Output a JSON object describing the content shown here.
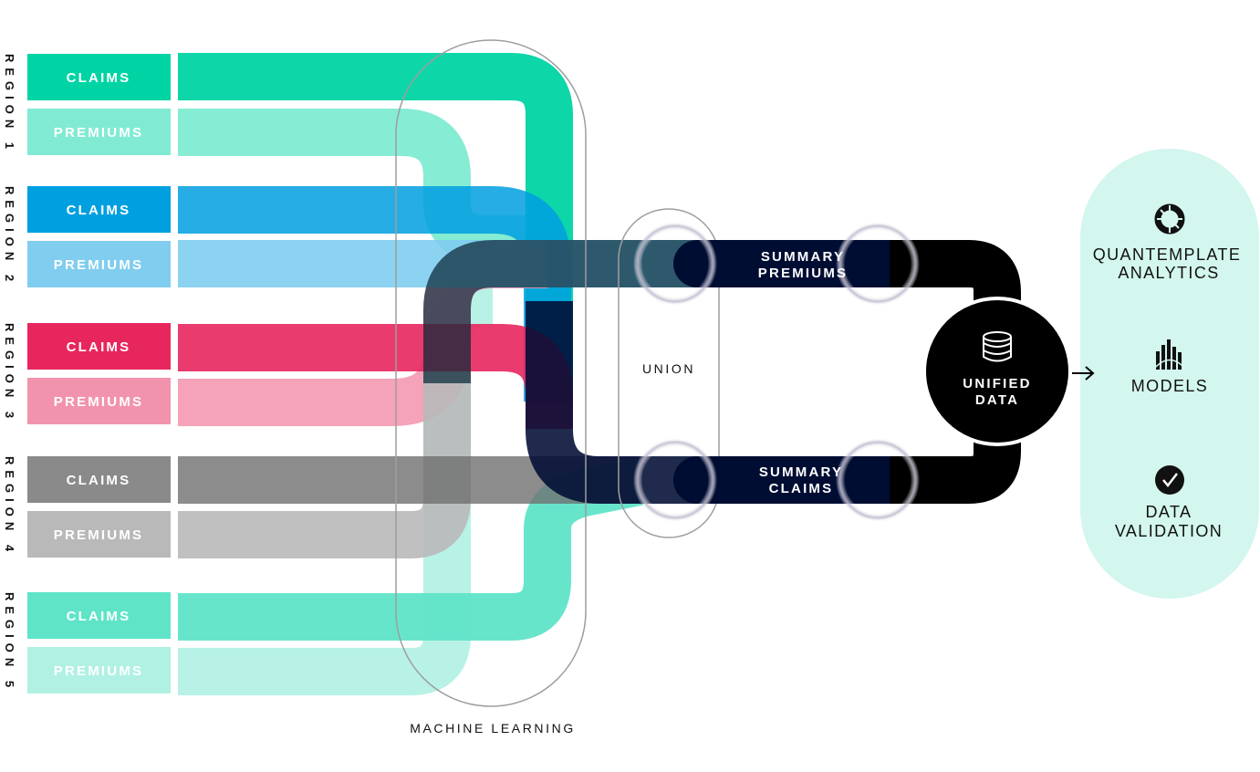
{
  "regions": [
    {
      "label": "REGION 1",
      "claims": "CLAIMS",
      "premiums": "PREMIUMS",
      "claims_color": "#00d4a4",
      "premiums_color": "#80ebd2"
    },
    {
      "label": "REGION 2",
      "claims": "CLAIMS",
      "premiums": "PREMIUMS",
      "claims_color": "#009fe0",
      "premiums_color": "#80cdef"
    },
    {
      "label": "REGION 3",
      "claims": "CLAIMS",
      "premiums": "PREMIUMS",
      "claims_color": "#e8265e",
      "premiums_color": "#f293ad"
    },
    {
      "label": "REGION 4",
      "claims": "CLAIMS",
      "premiums": "PREMIUMS",
      "claims_color": "#8a8a8a",
      "premiums_color": "#b9b9b9"
    },
    {
      "label": "REGION 5",
      "claims": "CLAIMS",
      "premiums": "PREMIUMS",
      "claims_color": "#5fe4c8",
      "premiums_color": "#b0f1e3"
    }
  ],
  "machine_learning_label": "MACHINE LEARNING",
  "union_label": "UNION",
  "summary_premiums": {
    "line1": "SUMMARY",
    "line2": "PREMIUMS"
  },
  "summary_claims": {
    "line1": "SUMMARY",
    "line2": "CLAIMS"
  },
  "unified": {
    "line1": "UNIFIED",
    "line2": "DATA",
    "icon": "database-icon"
  },
  "outputs": [
    {
      "line1": "QUANTEMPLATE",
      "line2": "ANALYTICS",
      "icon": "analytics-ring-icon"
    },
    {
      "line1": "MODELS",
      "line2": "",
      "icon": "bar-chart-icon"
    },
    {
      "line1": "DATA",
      "line2": "VALIDATION",
      "icon": "check-circle-icon"
    }
  ],
  "colors": {
    "navy": "#000d33",
    "black": "#000000",
    "panel": "#d3f6ee",
    "outline": "#9e9e9e"
  }
}
